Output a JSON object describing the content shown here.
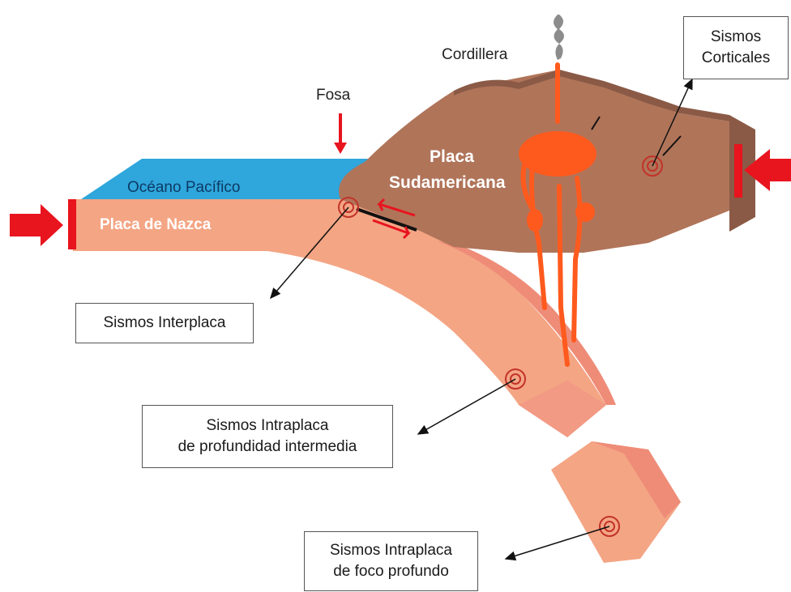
{
  "labels": {
    "cordillera": "Cordillera",
    "fosa": "Fosa",
    "oceano": "Océano Pacífico",
    "placa_nazca": "Placa de Nazca",
    "placa_sud_1": "Placa",
    "placa_sud_2": "Sudamericana"
  },
  "callouts": {
    "corticales": [
      "Sismos",
      "Corticales"
    ],
    "interplaca": [
      "Sismos Interplaca"
    ],
    "intermedia": [
      "Sismos Intraplaca",
      "de profundidad intermedia"
    ],
    "profundo": [
      "Sismos Intraplaca",
      "de foco profundo"
    ]
  },
  "colors": {
    "ocean": "#2fa6dc",
    "nazca": "#f4a584",
    "nazca_side": "#ee8c78",
    "south_american": "#b07459",
    "mountain_dark": "#8a5a46",
    "magma": "#ff5a1e",
    "arrow_red": "#e8141e"
  }
}
